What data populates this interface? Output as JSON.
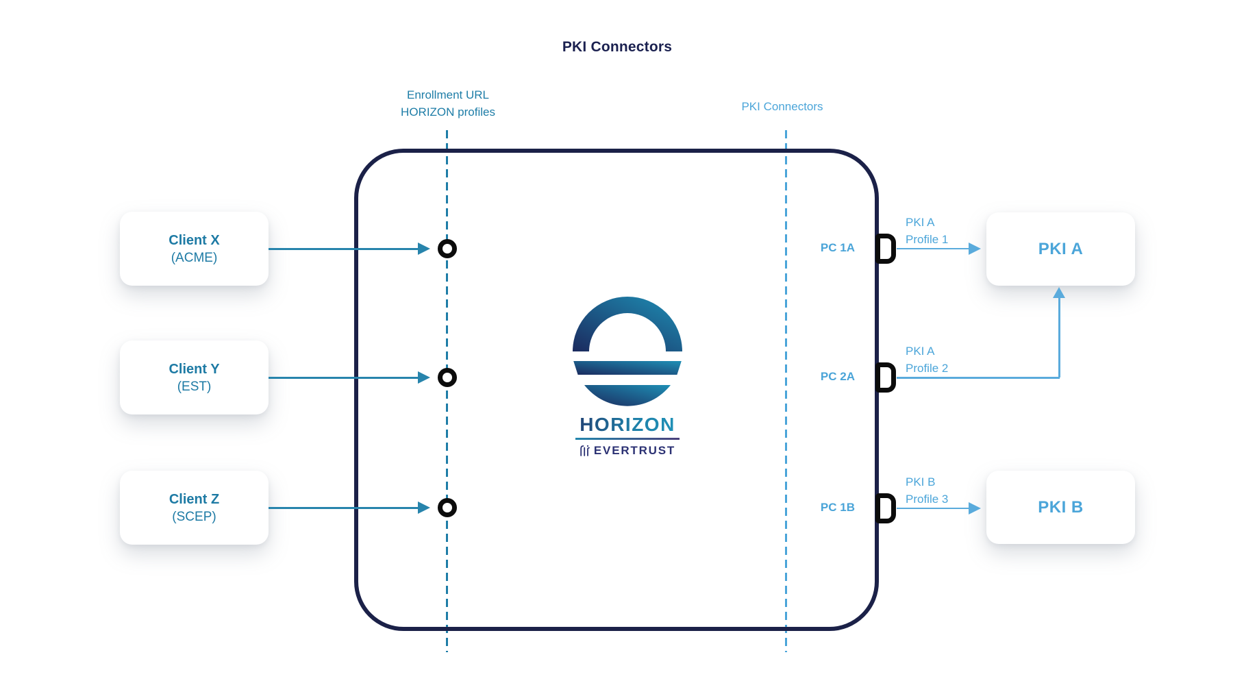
{
  "title": "PKI Connectors",
  "colors": {
    "navy": "#1b2148",
    "teal": "#1e7da7",
    "light_blue": "#4ba5d9",
    "endpoint_black": "#0c0c0c"
  },
  "annotations": {
    "enrollment_zone_line1": "Enrollment URL",
    "enrollment_zone_line2": "HORIZON profiles",
    "connector_zone": "PKI Connectors"
  },
  "clients": [
    {
      "name": "Client X",
      "protocol": "(ACME)"
    },
    {
      "name": "Client Y",
      "protocol": "(EST)"
    },
    {
      "name": "Client Z",
      "protocol": "(SCEP)"
    }
  ],
  "connectors": [
    {
      "port": "PC 1A",
      "label_line1": "PKI A",
      "label_line2": "Profile 1",
      "target": "PKI A"
    },
    {
      "port": "PC 2A",
      "label_line1": "PKI A",
      "label_line2": "Profile 2",
      "target": "PKI A"
    },
    {
      "port": "PC 1B",
      "label_line1": "PKI B",
      "label_line2": "Profile 3",
      "target": "PKI B"
    }
  ],
  "pki_boxes": [
    {
      "label": "PKI A"
    },
    {
      "label": "PKI B"
    }
  ],
  "logo": {
    "brand": "HORIZON",
    "company": "EVERTRUST"
  }
}
